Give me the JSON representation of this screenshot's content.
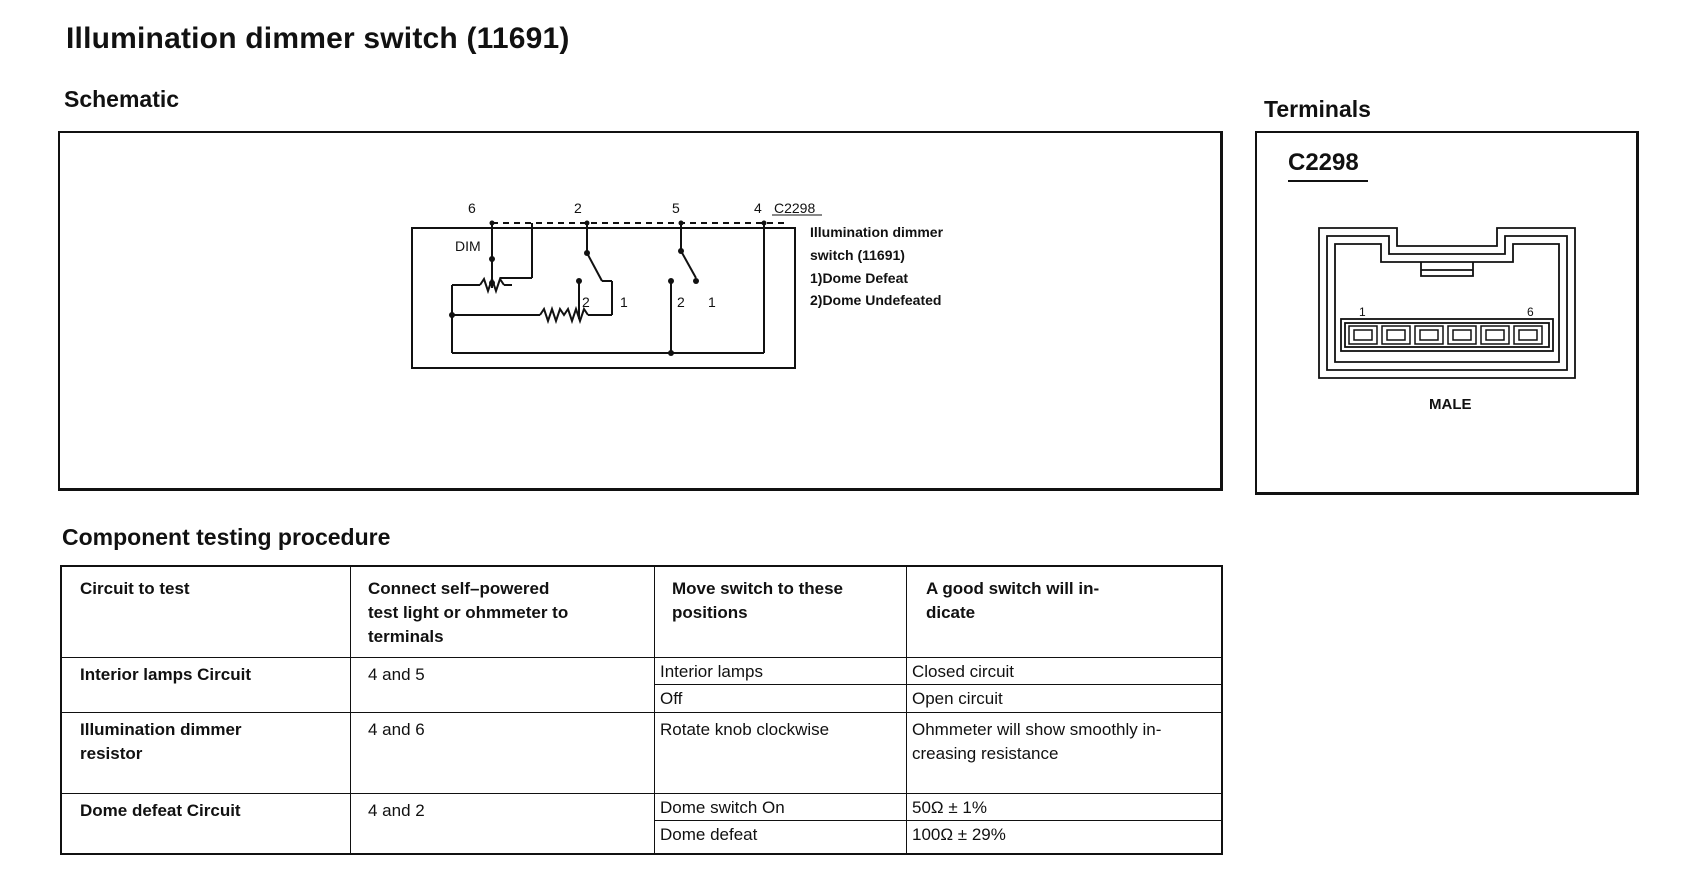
{
  "page_title": "Illumination dimmer switch (11691)",
  "schematic": {
    "heading": "Schematic",
    "pins": [
      "6",
      "2",
      "5",
      "4"
    ],
    "connector": "C2298",
    "dim_label": "DIM",
    "legend": [
      "Illumination dimmer",
      "switch (11691)",
      "1)Dome Defeat",
      "2)Dome Undefeated"
    ],
    "switch_a": {
      "pos1": "1",
      "pos2": "2"
    },
    "switch_b": {
      "pos1": "1",
      "pos2": "2"
    }
  },
  "terminals": {
    "heading": "Terminals",
    "connector_id": "C2298",
    "pin_first": "1",
    "pin_last": "6",
    "gender": "MALE"
  },
  "procedure": {
    "heading": "Component testing procedure",
    "columns": [
      "Circuit to test",
      "Connect self–powered test light or ohmmeter to terminals",
      "Move switch to these positions",
      "A good switch will in- dicate"
    ],
    "rows": [
      {
        "circuit": "Interior lamps Circuit",
        "terminals": "4 and 5",
        "positions": [
          "Interior lamps",
          "Off"
        ],
        "results": [
          "Closed circuit",
          "Open circuit"
        ]
      },
      {
        "circuit": "Illumination dimmer resistor",
        "terminals": "4 and 6",
        "positions": [
          "Rotate knob clockwise"
        ],
        "results": [
          "Ohmmeter will show smoothly in- creasing resistance"
        ]
      },
      {
        "circuit": "Dome defeat Circuit",
        "terminals": "4 and 2",
        "positions": [
          "Dome switch On",
          "Dome defeat"
        ],
        "results": [
          "50Ω ± 1%",
          "100Ω ± 29%"
        ]
      }
    ]
  }
}
